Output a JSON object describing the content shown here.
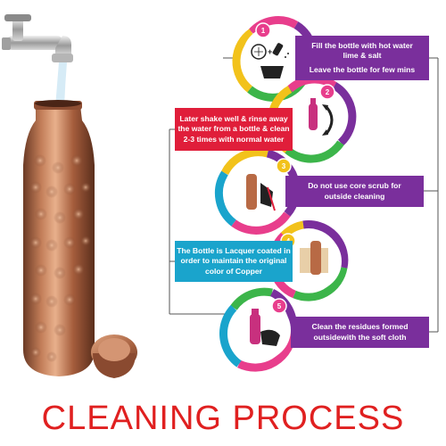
{
  "title": "CLEANING PROCESS",
  "steps": [
    {
      "number": "1",
      "lines": [
        "Fill the bottle with hot water",
        "lime & salt"
      ],
      "sub": "Leave the bottle for few mins",
      "box_color": "#7a2f9c"
    },
    {
      "number": "2",
      "lines": [
        "Later shake well & rinse away",
        "the water from a bottle & clean",
        "2-3 times with normal water"
      ],
      "box_color": "#e01e3a"
    },
    {
      "number": "3",
      "lines": [
        "Do not use core scrub for",
        "outside cleaning"
      ],
      "box_color": "#7a2f9c"
    },
    {
      "number": "4",
      "lines": [
        "The Bottle is Lacquer coated in",
        "order to maintain the original",
        "color of Copper"
      ],
      "box_color": "#1aa4cc"
    },
    {
      "number": "5",
      "lines": [
        "Clean the residues formed",
        "outsidewith the soft cloth"
      ],
      "box_color": "#7a2f9c"
    }
  ],
  "colors": {
    "title": "#e02020",
    "copper": "#b86a45",
    "ring_green": "#3cb54a",
    "ring_yellow": "#f2c21b",
    "ring_pink": "#e83e8c",
    "ring_purple": "#7a2f9c",
    "ring_blue": "#1aa4cc",
    "connector": "#555555"
  },
  "icons": [
    "water-tap-icon",
    "copper-bottle-image",
    "lemon-icon",
    "salt-shaker-icon",
    "bowl-icon",
    "shake-arrows-icon",
    "scrub-hand-icon",
    "cloth-icon",
    "wipe-hand-icon"
  ]
}
